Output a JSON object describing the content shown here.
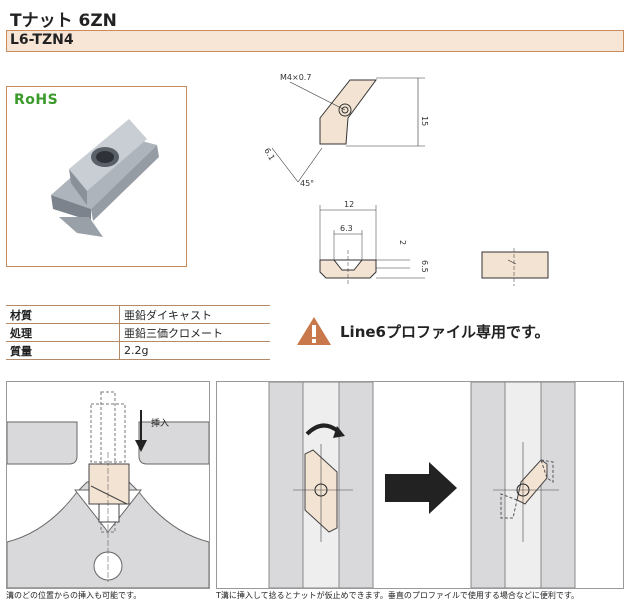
{
  "title": "Tナット 6ZN",
  "part_code": "L6-TZN4",
  "rohs": "RoHS",
  "drawing": {
    "thread": "M4×0.7",
    "height": "15",
    "thickness": "6.1",
    "angle": "45°",
    "width": "12",
    "inner_width": "6.3",
    "step": "2",
    "total_height": "6.5"
  },
  "specs": [
    {
      "label": "材質",
      "value": "亜鉛ダイキャスト"
    },
    {
      "label": "処理",
      "value": "亜鉛三価クロメート"
    },
    {
      "label": "質量",
      "value": "2.2g"
    }
  ],
  "warning": {
    "text": "Line6プロファイル専用です。",
    "icon": "warning-icon",
    "color": "#c8784a"
  },
  "insert_label": "挿入",
  "captions": {
    "left": "溝のどの位置からの挿入も可能です。",
    "right": "T溝に挿入して捻るとナットが仮止めできます。垂直のプロファイルで使用する場合などに便利です。"
  },
  "colors": {
    "accent": "#c98a5c",
    "band": "#f7e6d6",
    "profile": "#d9d9dc",
    "nut": "#f3e3d3"
  }
}
